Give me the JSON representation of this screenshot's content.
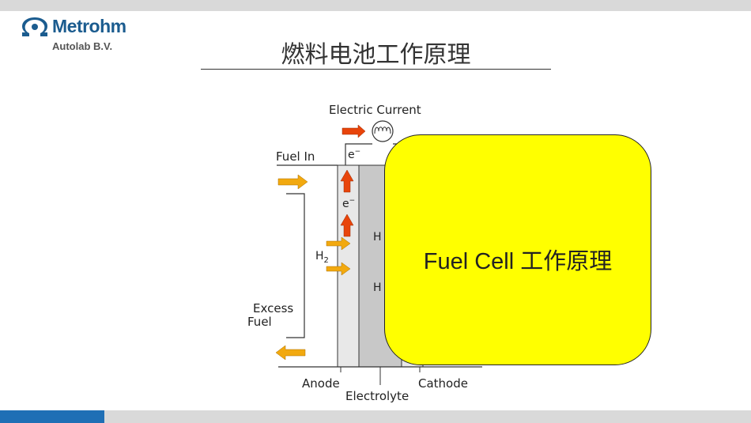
{
  "logo": {
    "name": "Metrohm",
    "subtitle": "Autolab B.V."
  },
  "page_title": "燃料电池工作原理",
  "diagram": {
    "labels": {
      "electric_current": "Electric Current",
      "electron_top": "e",
      "electron_mid": "e",
      "electron_sup": "−",
      "fuel_in": "Fuel In",
      "h2": "H",
      "h2_sub": "2",
      "excess_fuel_line1": "Excess",
      "excess_fuel_line2": "Fuel",
      "ion_top": "H",
      "ion_bottom": "H",
      "anode": "Anode",
      "electrolyte": "Electrolyte",
      "cathode": "Cathode"
    },
    "colors": {
      "electron_arrow": "#e8440a",
      "fuel_arrow": "#f2a90f"
    }
  },
  "overlay": {
    "text": "Fuel Cell 工作原理",
    "color": "#ffff00"
  }
}
